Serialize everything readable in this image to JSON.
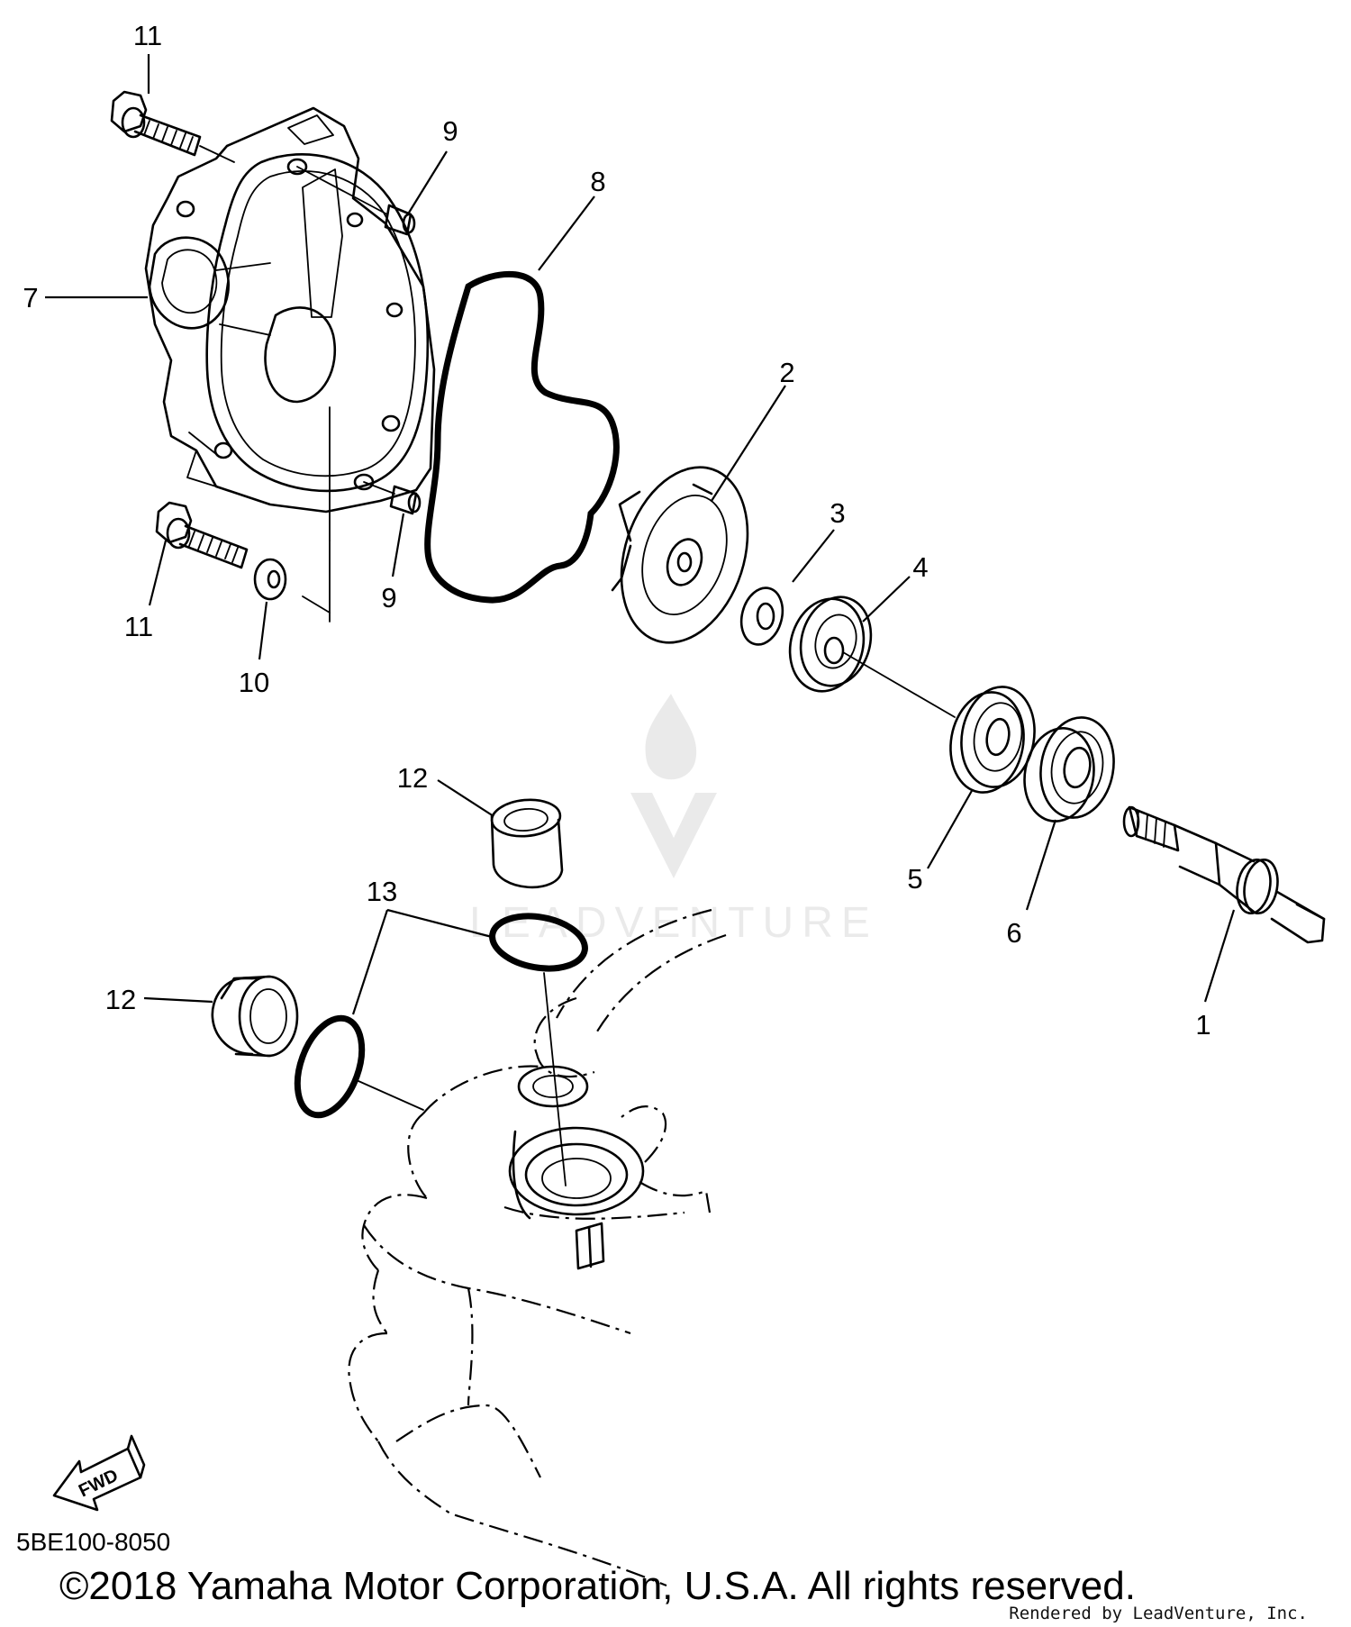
{
  "diagram_code": "5BE100-8050",
  "copyright": "©2018 Yamaha Motor Corporation, U.S.A. All rights reserved.",
  "rendered_by": "Rendered by LeadVenture, Inc.",
  "watermark": "LEADVENTURE",
  "fwd_label": "FWD",
  "callouts": {
    "c1": "1",
    "c2": "2",
    "c3": "3",
    "c4": "4",
    "c5": "5",
    "c6": "6",
    "c7": "7",
    "c8": "8",
    "c9a": "9",
    "c9b": "9",
    "c10": "10",
    "c11a": "11",
    "c11b": "11",
    "c12a": "12",
    "c12b": "12",
    "c13": "13"
  }
}
